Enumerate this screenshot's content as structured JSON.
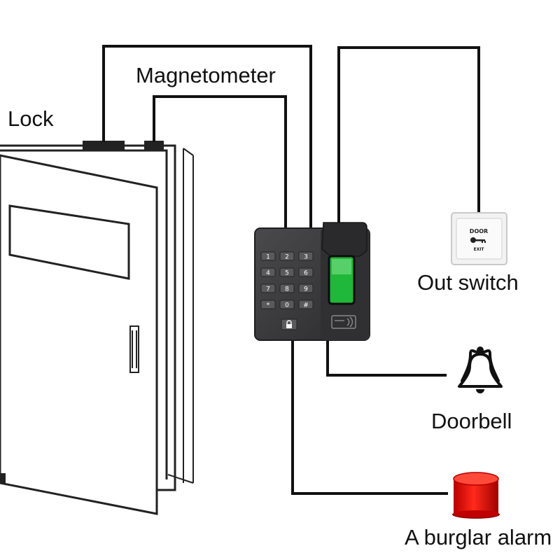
{
  "labels": {
    "lock": "Lock",
    "magnetometer": "Magnetometer",
    "out_switch": "Out switch",
    "doorbell": "Doorbell",
    "burglar_alarm": "A burglar alarm"
  },
  "keypad": {
    "keys": [
      "1",
      "2",
      "3",
      "4",
      "5",
      "6",
      "7",
      "8",
      "9",
      "*",
      "0",
      "#"
    ],
    "lock_key_icon": "padlock-icon"
  },
  "switch_plate": {
    "line1": "DOOR",
    "line2": "EXIT",
    "icon": "key-icon"
  },
  "icons": {
    "doorbell": "bell-icon",
    "alarm": "siren-icon"
  },
  "colors": {
    "wire": "#111111",
    "alarm_red": "#e01010",
    "reader_body": "#3a3a3c",
    "sensor_green": "#1fb83a"
  }
}
